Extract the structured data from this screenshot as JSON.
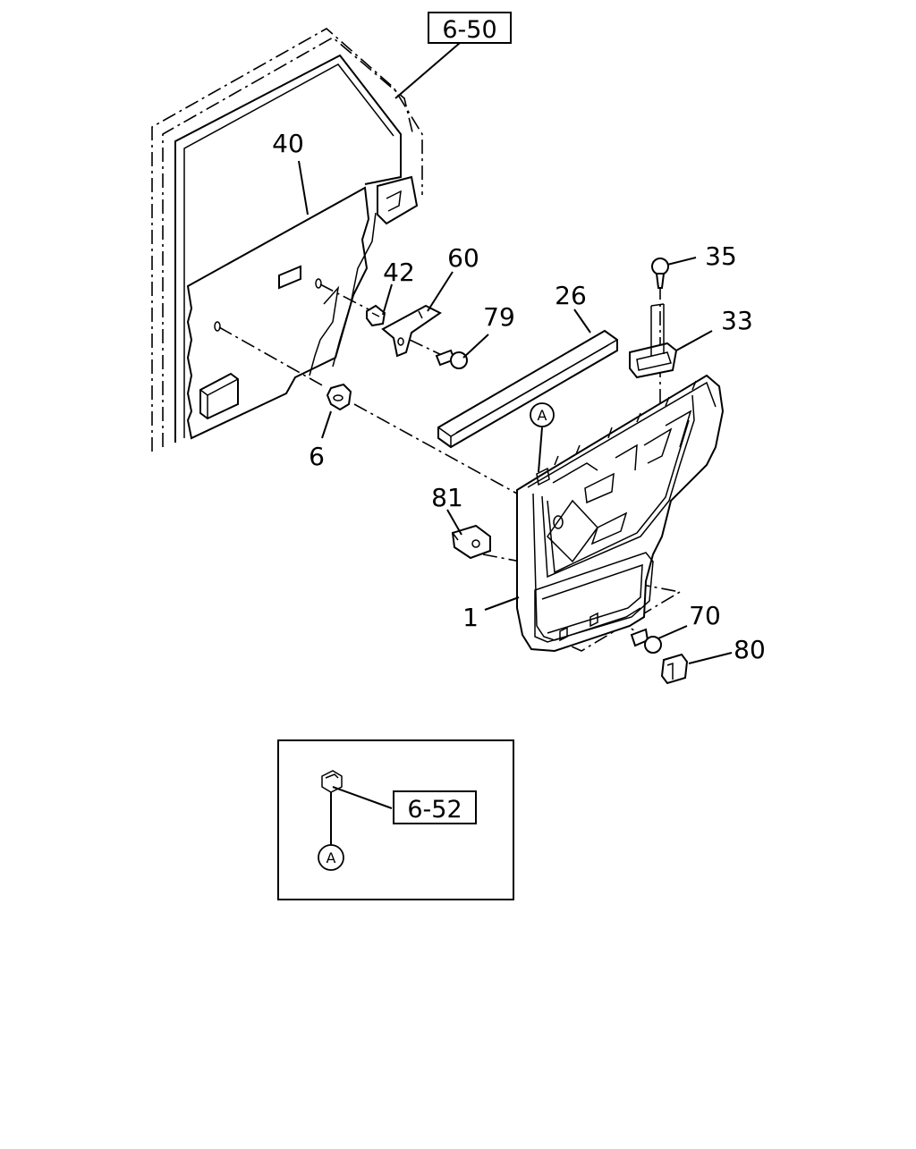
{
  "diagram": {
    "refs": {
      "door": "6-50",
      "clip": "6-52"
    },
    "parts": {
      "door_trim": "1",
      "clip_6": "6",
      "weatherstrip": "26",
      "handle_bezel": "33",
      "screw_35": "35",
      "panel_40": "40",
      "clip_42": "42",
      "bracket": "60",
      "screw_70": "70",
      "screw_79": "79",
      "cap": "80",
      "nut_81": "81"
    },
    "callout_letter": "A"
  }
}
